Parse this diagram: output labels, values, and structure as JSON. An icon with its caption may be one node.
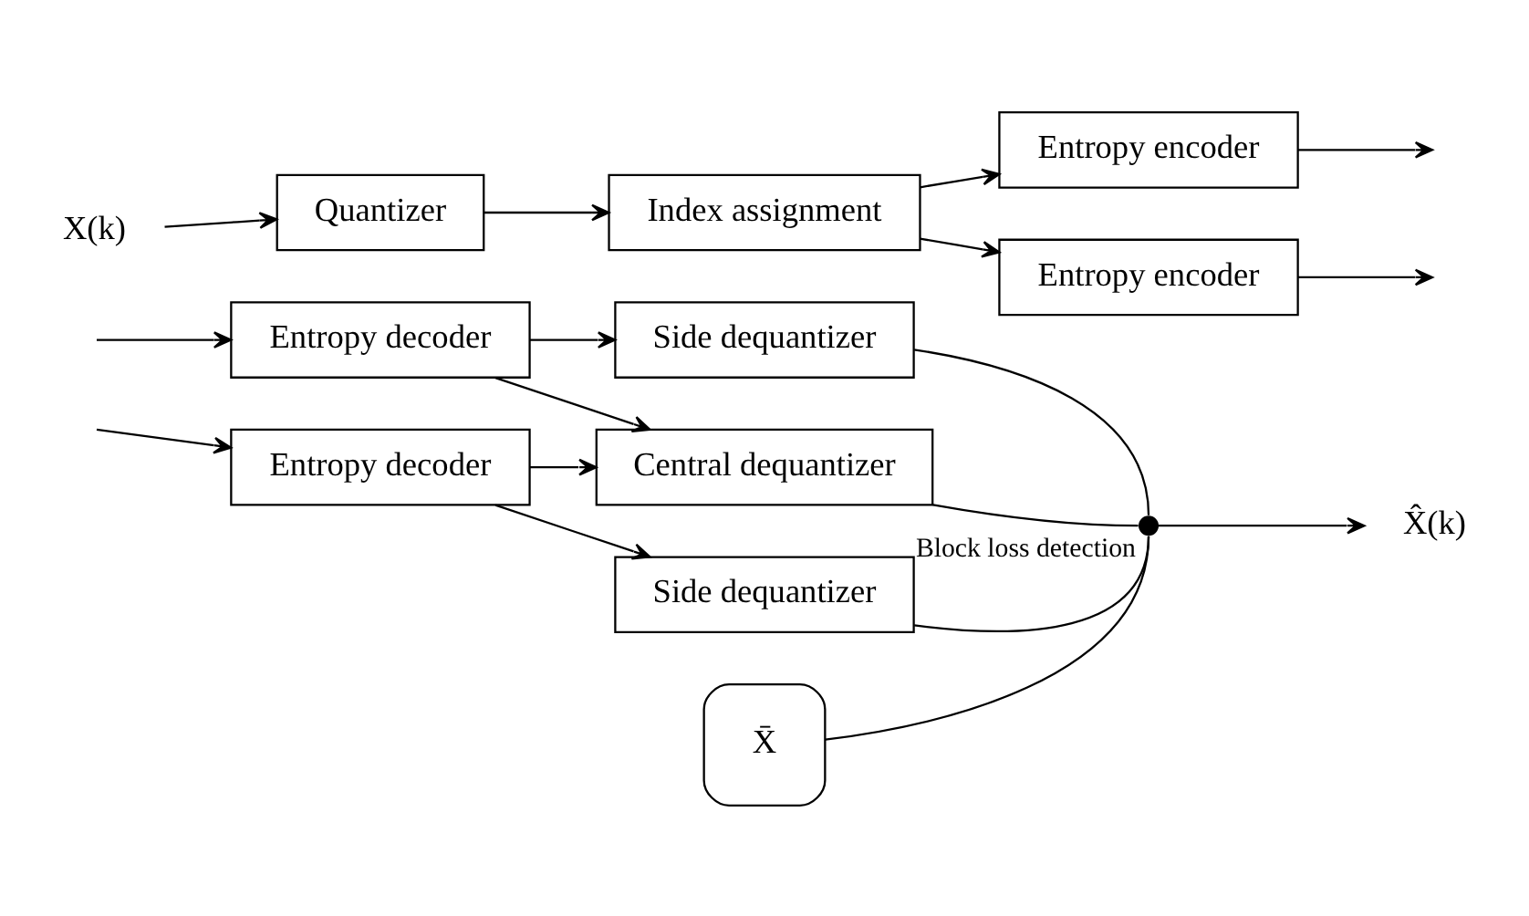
{
  "diagram": {
    "nodes": [
      {
        "text": [
          "X(k)"
        ]
      },
      {
        "text": [
          "Quantizer"
        ]
      },
      {
        "text": [
          "Index assignment"
        ]
      },
      {
        "text": [
          "Entropy encoder"
        ]
      },
      {
        "text": [
          "Entropy encoder"
        ]
      },
      {
        "text": [
          "Entropy decoder"
        ]
      },
      {
        "text": [
          "Entropy decoder"
        ]
      },
      {
        "text": [
          "Side dequantizer"
        ]
      },
      {
        "text": [
          "Central dequantizer"
        ]
      },
      {
        "text": [
          "Side dequantizer"
        ]
      },
      {
        "text": [
          "X̄"
        ]
      },
      {
        "text": [],
        "shape": "switch",
        "beside": [
          "Block loss detection"
        ]
      },
      {
        "text": [
          "X̂(k)"
        ]
      }
    ],
    "edges": [
      {
        "from": 0,
        "to": 1,
        "arrow": "to"
      },
      {
        "from": 1,
        "to": 2,
        "arrow": "to"
      },
      {
        "from": 2,
        "to": 3,
        "arrow": "to"
      },
      {
        "from": 2,
        "to": 4,
        "arrow": "to"
      },
      {
        "from": 3,
        "to": null,
        "arrow": "to"
      },
      {
        "from": 4,
        "to": null,
        "arrow": "to"
      },
      {
        "from": null,
        "to": 5,
        "arrow": "to"
      },
      {
        "from": null,
        "to": 6,
        "arrow": "to"
      },
      {
        "from": 5,
        "to": 7,
        "arrow": "to"
      },
      {
        "from": 5,
        "to": 8,
        "arrow": "to"
      },
      {
        "from": 6,
        "to": 8,
        "arrow": "to"
      },
      {
        "from": 6,
        "to": 9,
        "arrow": "to"
      },
      {
        "from": 7,
        "to": 11,
        "arrow": "none"
      },
      {
        "from": 8,
        "to": 11,
        "arrow": "none"
      },
      {
        "from": 9,
        "to": 11,
        "arrow": "none"
      },
      {
        "from": 10,
        "to": 11,
        "arrow": "none"
      },
      {
        "from": 11,
        "to": 12,
        "arrow": "to"
      }
    ]
  }
}
